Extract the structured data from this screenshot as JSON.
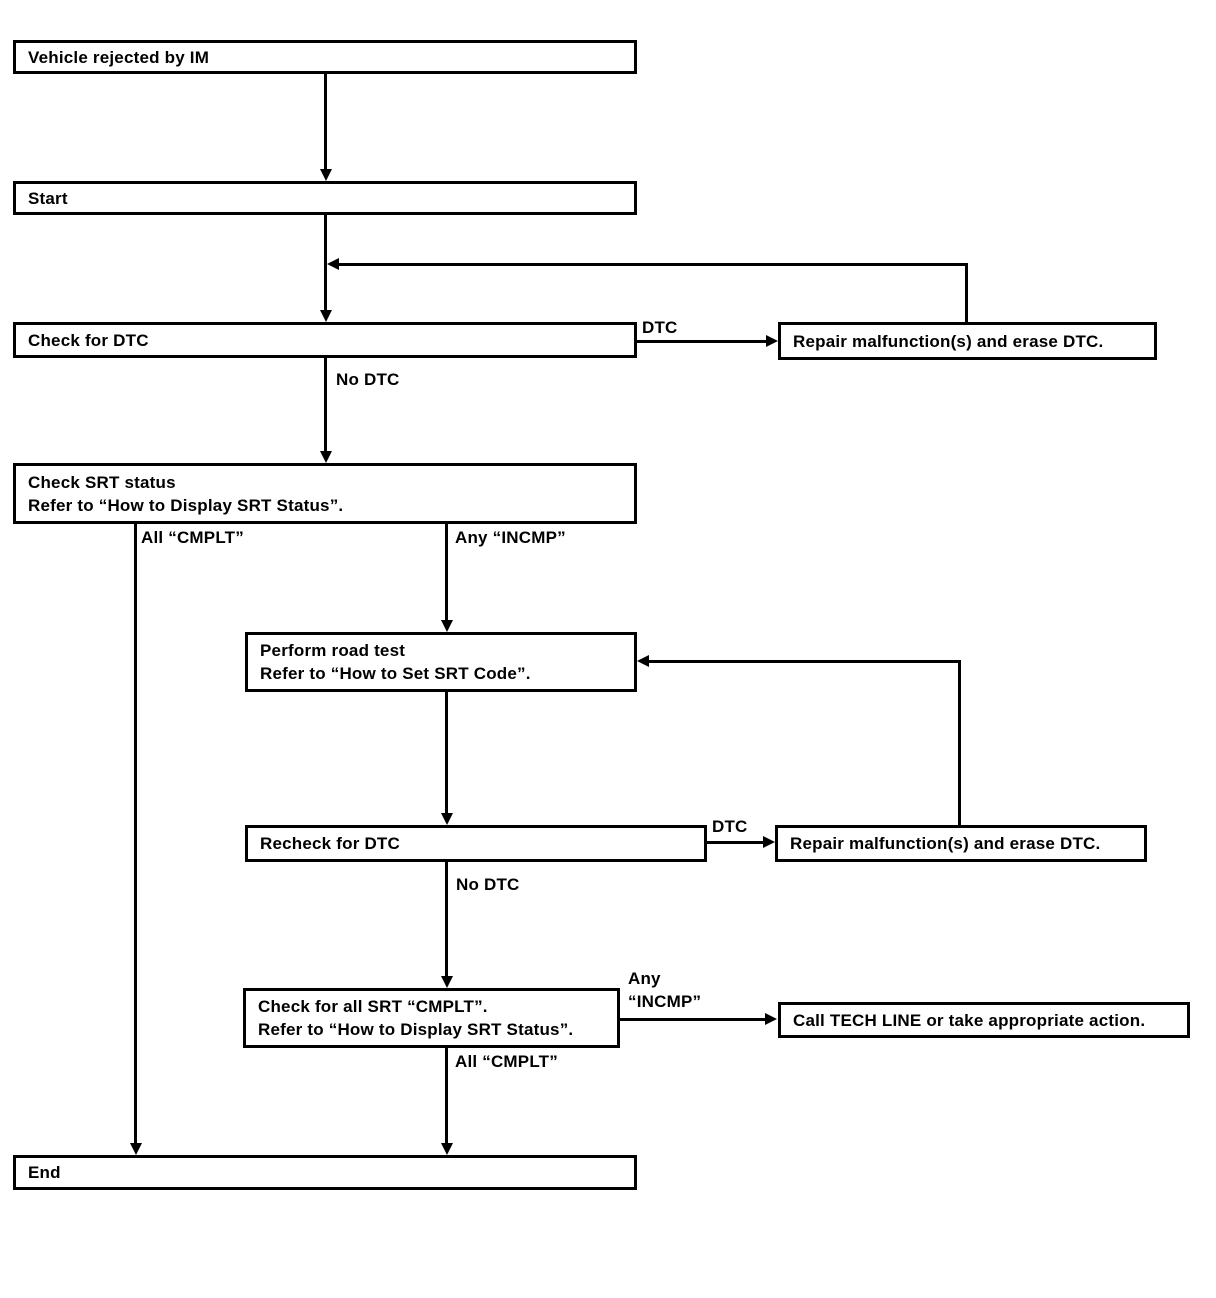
{
  "page": {
    "background": "#ffffff",
    "line_color": "#000000",
    "text_color": "#000000"
  },
  "nodes": {
    "vehicle_rejected": {
      "label": "Vehicle rejected by IM"
    },
    "start": {
      "label": "Start"
    },
    "check_for_dtc": {
      "label": "Check for DTC"
    },
    "repair_erase_dtc_1": {
      "label": "Repair malfunction(s) and erase DTC."
    },
    "check_srt_status": {
      "line1": "Check SRT status",
      "line2": "Refer to “How to Display SRT Status”."
    },
    "perform_road_test": {
      "line1": "Perform road test",
      "line2": "Refer to “How to Set SRT Code”."
    },
    "recheck_for_dtc": {
      "label": "Recheck for DTC"
    },
    "repair_erase_dtc_2": {
      "label": "Repair malfunction(s) and erase DTC."
    },
    "check_all_srt_cmplt": {
      "line1": "Check for all SRT “CMPLT”.",
      "line2": "Refer to “How to Display SRT Status”."
    },
    "call_tech_line": {
      "label": "Call TECH LINE or take appropriate action."
    },
    "end": {
      "label": "End"
    }
  },
  "edge_labels": {
    "dtc_1": "DTC",
    "no_dtc_1": "No DTC",
    "all_cmplt_1": "All “CMPLT”",
    "any_incmp_1": "Any “INCMP”",
    "dtc_2": "DTC",
    "no_dtc_2": "No DTC",
    "any_incmp_2_line1": "Any",
    "any_incmp_2_line2": "“INCMP”",
    "all_cmplt_2": "All “CMPLT”"
  }
}
